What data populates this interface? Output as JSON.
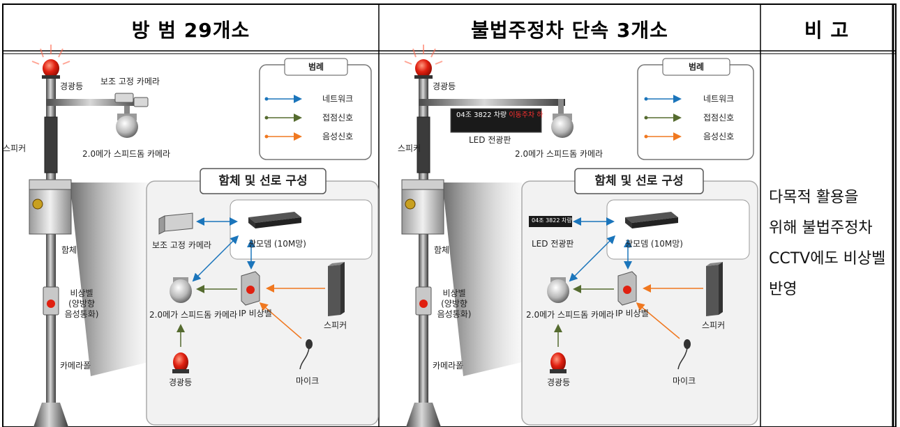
{
  "headers": {
    "crime": "방 범 29개소",
    "parking": "불법주정차 단속 3개소",
    "note": "비 고"
  },
  "legend": {
    "title": "범례",
    "items": [
      {
        "label": "네트워크",
        "color": "#1b75bb"
      },
      {
        "label": "접점신호",
        "color": "#556b2f"
      },
      {
        "label": "음성신호",
        "color": "#f07820"
      }
    ]
  },
  "box_title": "함체 및 선로 구성",
  "pole_labels": {
    "beacon": "경광등",
    "aux_camera": "보조 고정 카메라",
    "speaker": "스피커",
    "speed_dome": "2.0메가 스피드돔 카메라",
    "enclosure": "함체",
    "bell_line1": "비상벨",
    "bell_line2": "(양방향",
    "bell_line3": "음성통화)",
    "pole": "카메라폴",
    "led": "LED 전광판"
  },
  "led_sign": {
    "text_white": "04조 3822 차량",
    "text_red": "이동주차 하"
  },
  "box_labels": {
    "aux_camera": "보조 고정 카메라",
    "modem": "광모뎀 (10M망)",
    "speed_dome": "2.0메가 스피드돔 카메라",
    "ip_bell": "IP 비상벨",
    "speaker": "스피커",
    "beacon": "경광등",
    "mic": "마이크",
    "led": "LED 전광판"
  },
  "remark_lines": [
    "다목적  활용을",
    "위해  불법주정차",
    "CCTV에도 비상벨",
    "반영"
  ],
  "colors": {
    "network": "#1b75bb",
    "contact": "#556b2f",
    "voice": "#f07820",
    "beacon_red": "#e02010"
  }
}
